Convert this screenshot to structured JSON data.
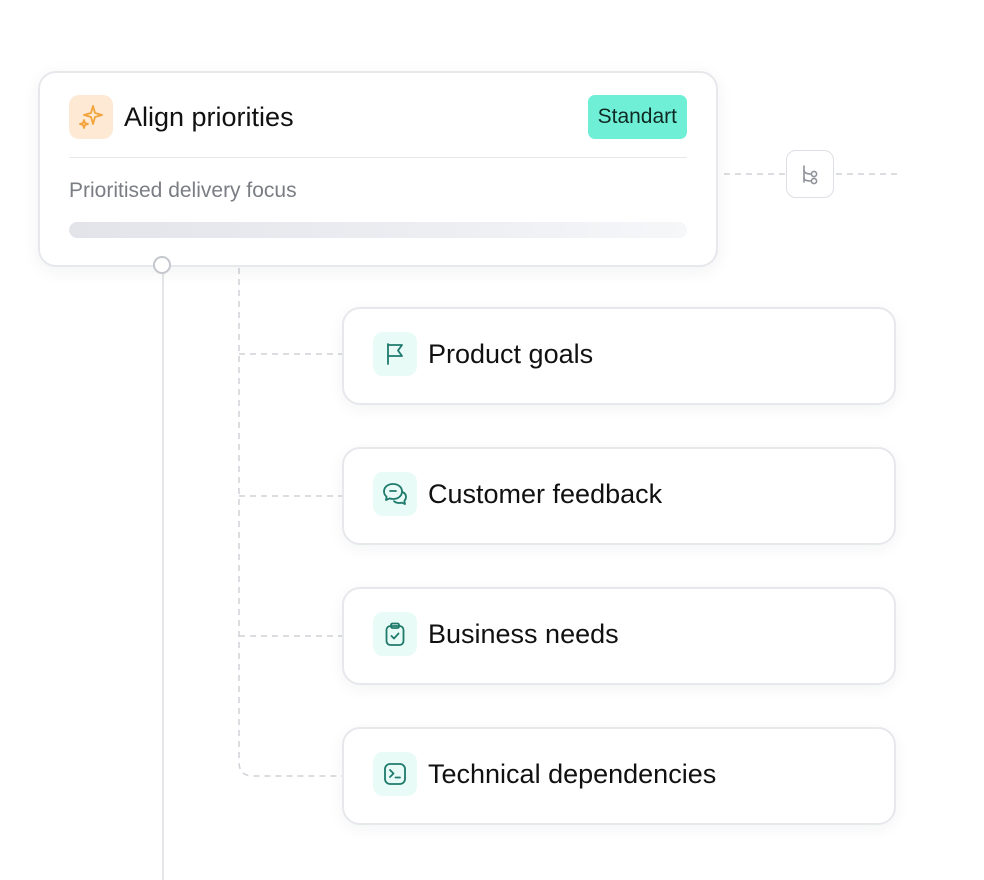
{
  "main_card": {
    "title": "Align priorities",
    "badge": "Standart",
    "subtitle": "Prioritised delivery focus",
    "icon": "sparkles-icon",
    "progress": 0.0
  },
  "items": [
    {
      "label": "Product goals",
      "icon": "flag-icon"
    },
    {
      "label": "Customer feedback",
      "icon": "chat-bubbles-icon"
    },
    {
      "label": "Business needs",
      "icon": "clipboard-check-icon"
    },
    {
      "label": "Technical dependencies",
      "icon": "terminal-icon"
    }
  ],
  "branch_node": {
    "icon": "git-branch-icon"
  },
  "colors": {
    "badge_bg": "#6ff0d6",
    "main_icon_bg": "#fde9d4",
    "main_icon_color": "#f2a33a",
    "task_icon_bg": "#e8fbf6",
    "task_icon_color": "#1f7a6c",
    "border": "#e6e8ec"
  }
}
